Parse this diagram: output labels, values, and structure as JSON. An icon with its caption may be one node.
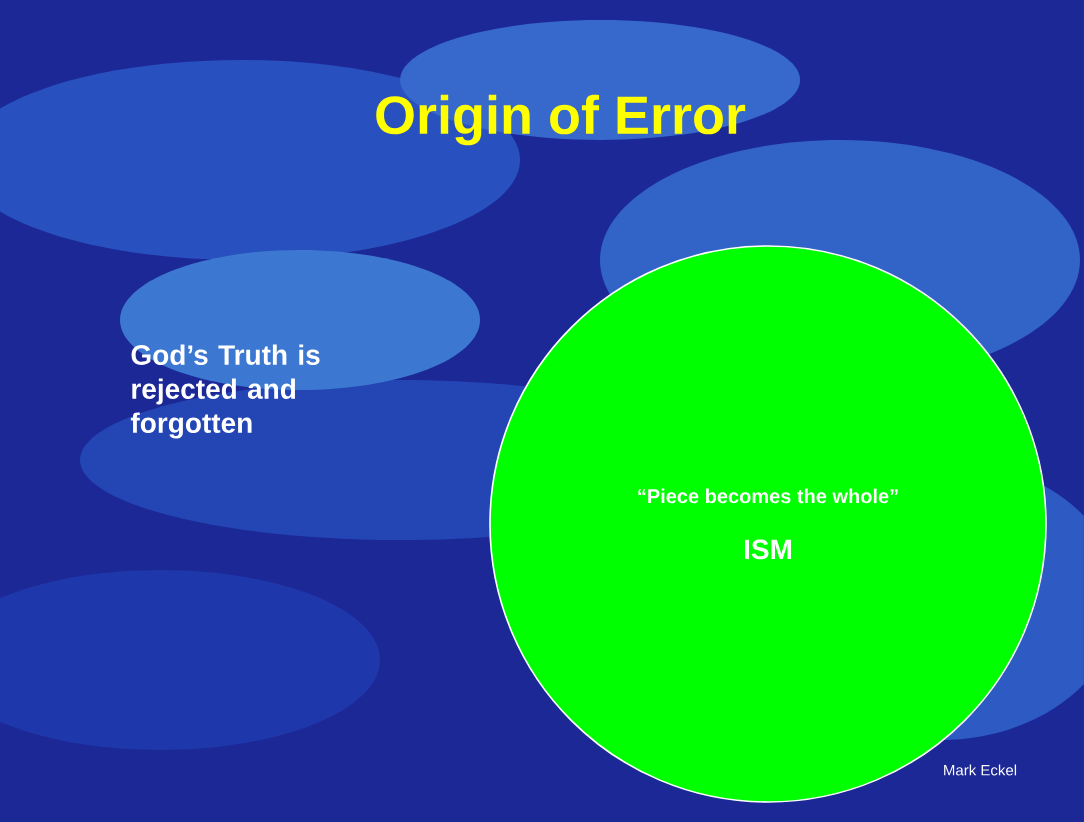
{
  "diagram": {
    "title": "Origin of Error",
    "nodes": [
      {
        "text": [
          "“Piece becomes the whole”",
          "ISM"
        ]
      }
    ],
    "labels": [
      "God’s Truth is rejected and forgotten",
      "Mark Eckel"
    ]
  }
}
